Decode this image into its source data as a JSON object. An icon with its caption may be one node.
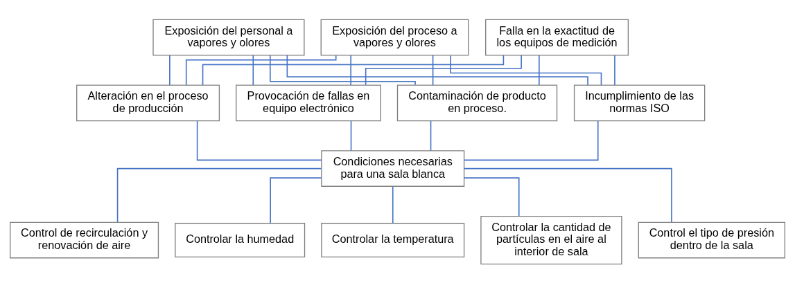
{
  "diagram": {
    "nodes": [
      {
        "text": [
          "Exposición del personal a vapores y olores"
        ]
      },
      {
        "text": [
          "Exposición del proceso a vapores y olores"
        ]
      },
      {
        "text": [
          "Falla en la exactitud de los equipos de medición"
        ]
      },
      {
        "text": [
          "Contaminación de producto en proceso."
        ]
      },
      {
        "text": [
          "Incumplimiento de las normas ISO"
        ]
      },
      {
        "text": [
          "Alteración en el proceso de producción"
        ]
      },
      {
        "text": [
          "Provocación de fallas en equipo electrónico"
        ]
      },
      {
        "text": [
          "Condiciones necesarias para una sala blanca"
        ]
      },
      {
        "text": [
          "Control de recirculación y renovación de aire"
        ]
      },
      {
        "text": [
          "Controlar la humedad"
        ]
      },
      {
        "text": [
          "Controlar la temperatura"
        ]
      },
      {
        "text": [
          "Controlar la cantidad de partículas en el aire al interior de sala"
        ]
      },
      {
        "text": [
          "Control el tipo de presión dentro de la sala"
        ]
      }
    ],
    "edges": [
      {
        "from": 0,
        "to": 3,
        "arrow": "none"
      },
      {
        "from": 0,
        "to": 4,
        "arrow": "none"
      },
      {
        "from": 0,
        "to": 5,
        "arrow": "none"
      },
      {
        "from": 0,
        "to": 6,
        "arrow": "none"
      },
      {
        "from": 1,
        "to": 3,
        "arrow": "none"
      },
      {
        "from": 1,
        "to": 4,
        "arrow": "none"
      },
      {
        "from": 1,
        "to": 5,
        "arrow": "none"
      },
      {
        "from": 1,
        "to": 6,
        "arrow": "none"
      },
      {
        "from": 2,
        "to": 3,
        "arrow": "none"
      },
      {
        "from": 2,
        "to": 4,
        "arrow": "none"
      },
      {
        "from": 2,
        "to": 5,
        "arrow": "none"
      },
      {
        "from": 2,
        "to": 6,
        "arrow": "none"
      },
      {
        "from": 3,
        "to": 7,
        "arrow": "none"
      },
      {
        "from": 4,
        "to": 7,
        "arrow": "none"
      },
      {
        "from": 5,
        "to": 7,
        "arrow": "none"
      },
      {
        "from": 6,
        "to": 7,
        "arrow": "none"
      },
      {
        "from": 7,
        "to": 8,
        "arrow": "none"
      },
      {
        "from": 7,
        "to": 9,
        "arrow": "none"
      },
      {
        "from": 7,
        "to": 10,
        "arrow": "none"
      },
      {
        "from": 7,
        "to": 11,
        "arrow": "none"
      },
      {
        "from": 7,
        "to": 12,
        "arrow": "none"
      }
    ]
  }
}
